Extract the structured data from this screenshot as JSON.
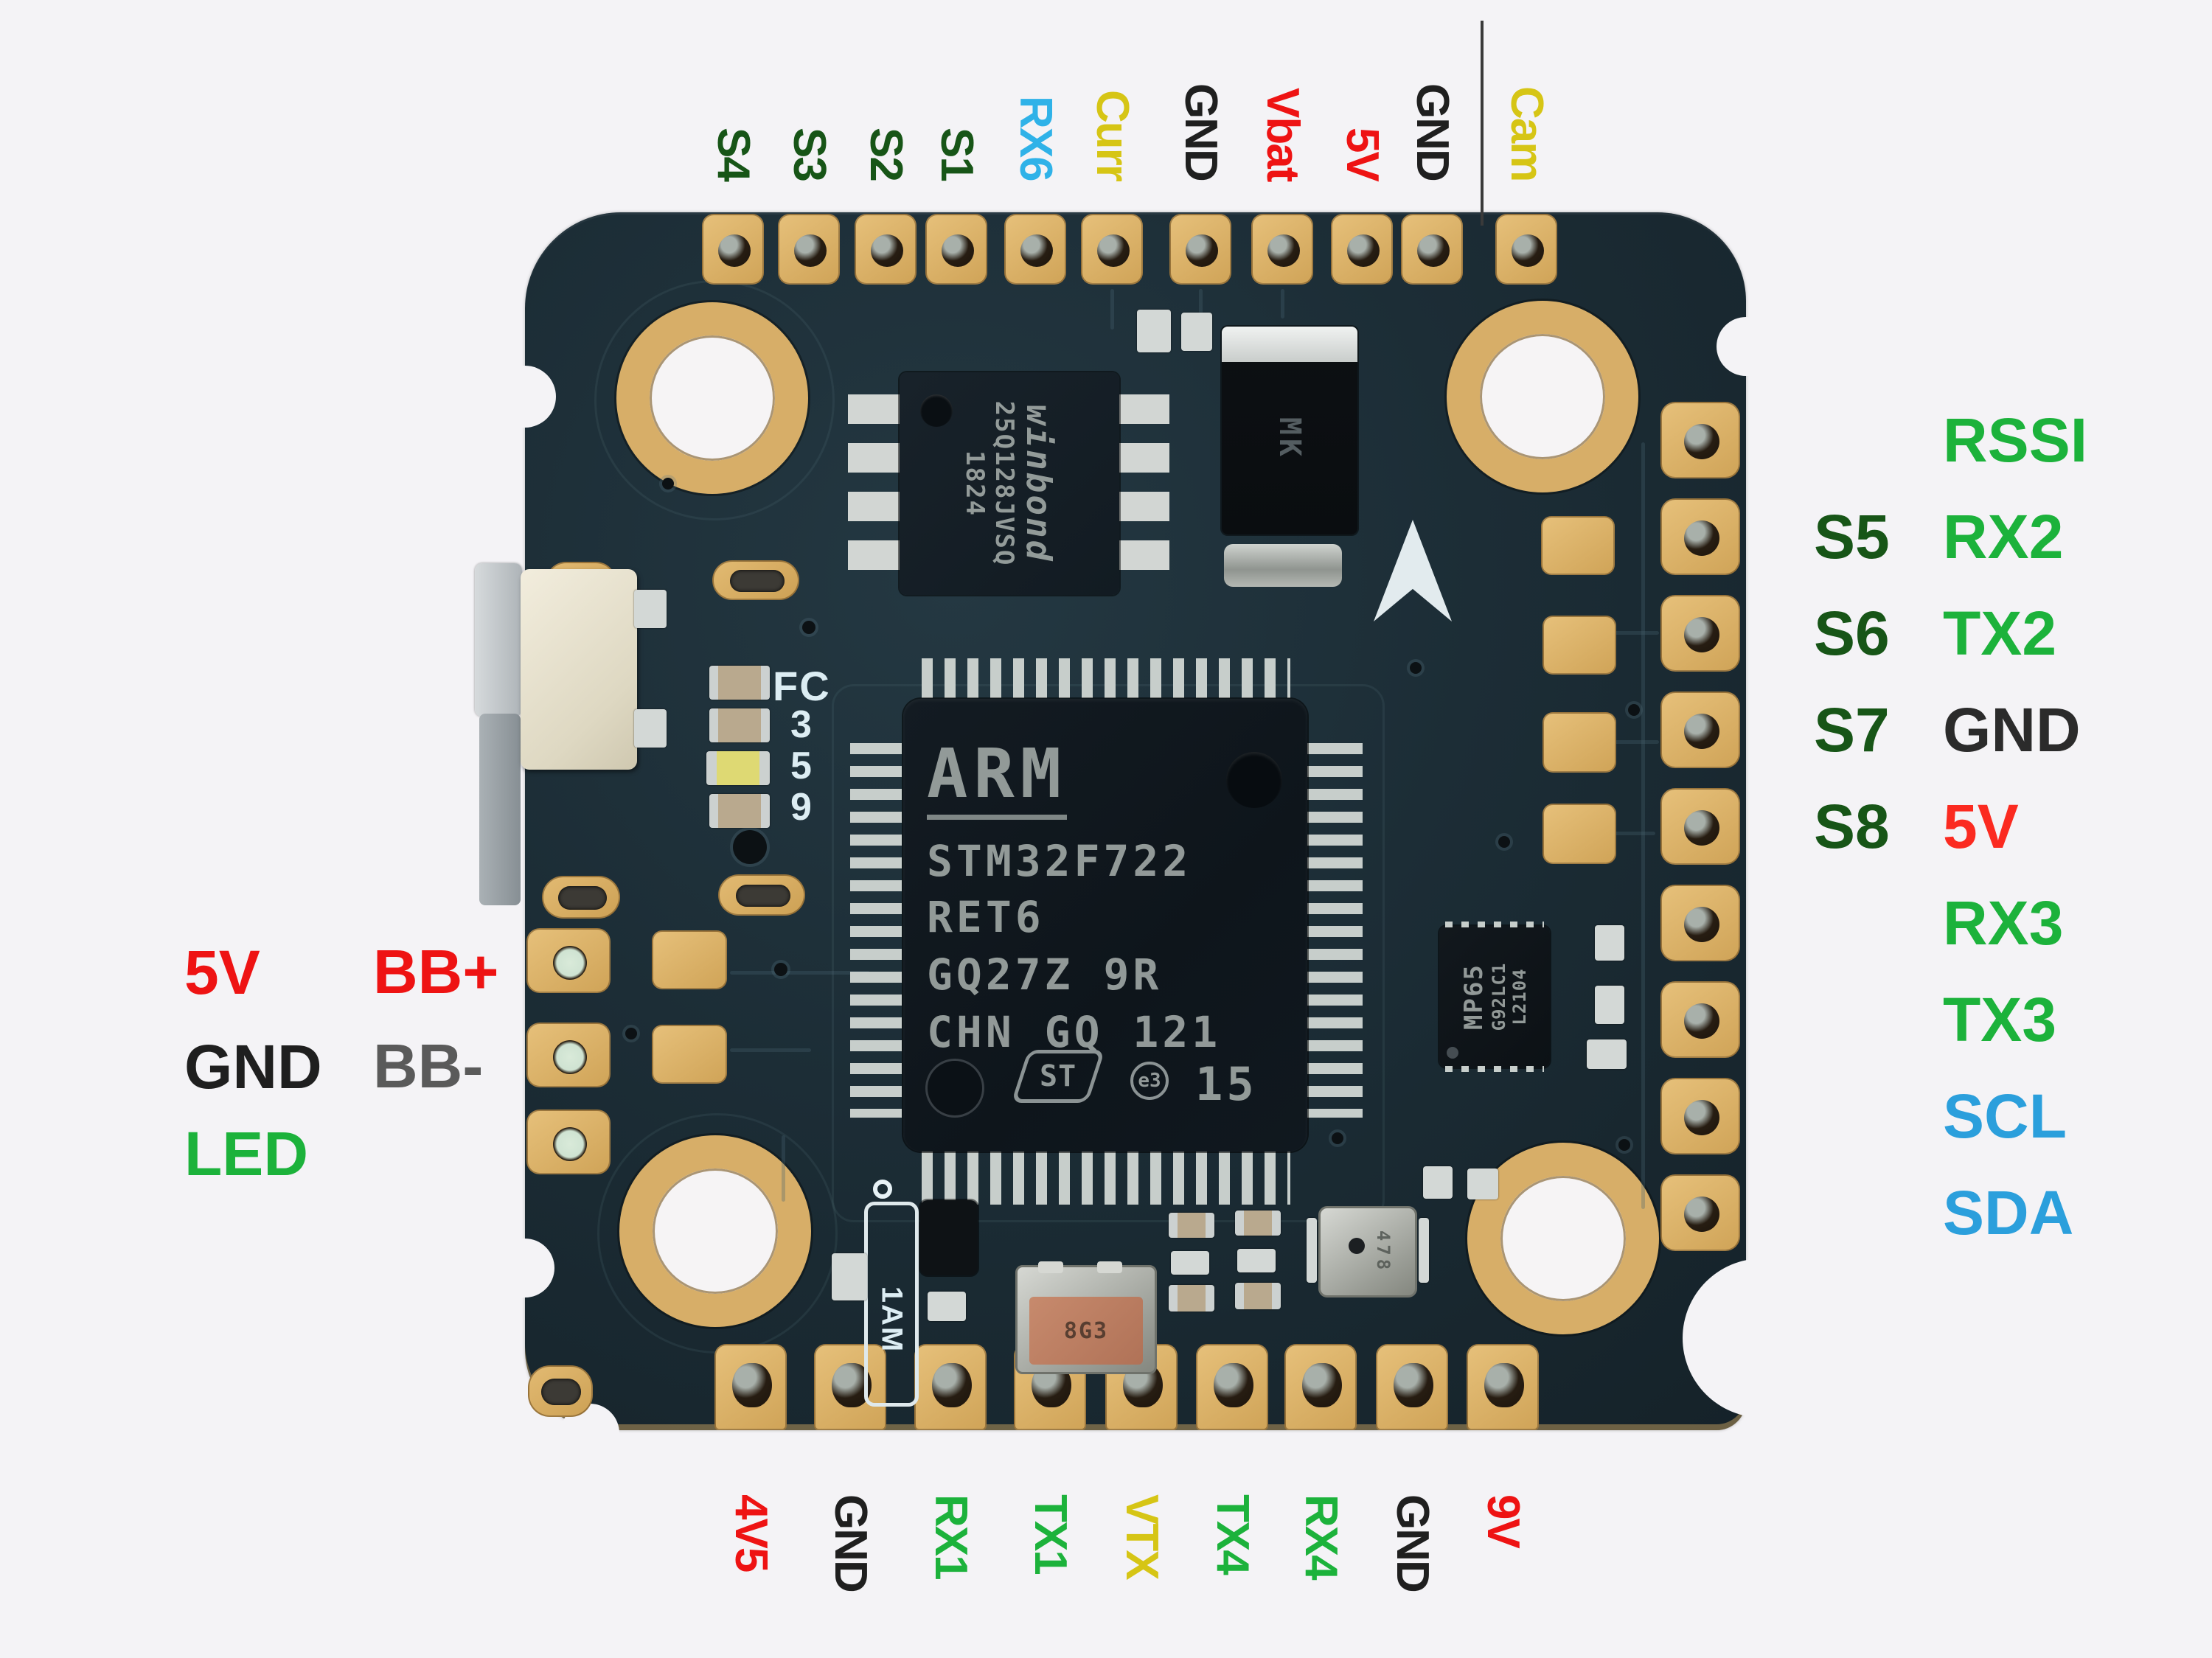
{
  "page": {
    "background": "#f4f3f6"
  },
  "palette": {
    "signal_green": "#1cb23b",
    "motor_dark_green": "#175517",
    "uart_blue": "#2fb2e8",
    "i2c_blue": "#2b9fdc",
    "analog_yellow": "#d6c515",
    "power_red": "#ee1313",
    "ground_black": "#1f1f1f",
    "bb_gray": "#5a5a5a",
    "board": "#1c2d36",
    "pad_gold": "#d8ae67"
  },
  "pins": {
    "top": [
      {
        "label": "S4",
        "color": "#175517"
      },
      {
        "label": "S3",
        "color": "#175517"
      },
      {
        "label": "S2",
        "color": "#175517"
      },
      {
        "label": "S1",
        "color": "#175517"
      },
      {
        "label": "RX6",
        "color": "#2fb2e8"
      },
      {
        "label": "Curr",
        "color": "#d6c515"
      },
      {
        "label": "GND",
        "color": "#1f1f1f"
      },
      {
        "label": "Vbat",
        "color": "#ee1313"
      },
      {
        "label": "5V",
        "color": "#ee1313"
      },
      {
        "label": "GND",
        "color": "#1f1f1f"
      },
      {
        "label": "Cam",
        "color": "#d6c515"
      }
    ],
    "top_divider_before": "Cam",
    "right_outer": [
      {
        "label": "RSSI",
        "color": "#1cb23b"
      },
      {
        "label": "RX2",
        "color": "#1cb23b"
      },
      {
        "label": "TX2",
        "color": "#1cb23b"
      },
      {
        "label": "GND",
        "color": "#2b2b2b"
      },
      {
        "label": "5V",
        "color": "#fb2a20"
      },
      {
        "label": "RX3",
        "color": "#1cb23b"
      },
      {
        "label": "TX3",
        "color": "#1cb23b"
      },
      {
        "label": "SCL",
        "color": "#2b9fdc"
      },
      {
        "label": "SDA",
        "color": "#2b9fdc"
      }
    ],
    "right_inner": [
      {
        "label": "S5",
        "color": "#175517"
      },
      {
        "label": "S6",
        "color": "#175517"
      },
      {
        "label": "S7",
        "color": "#175517"
      },
      {
        "label": "S8",
        "color": "#175517"
      }
    ],
    "left_outer": [
      {
        "label": "5V",
        "color": "#ee1313"
      },
      {
        "label": "GND",
        "color": "#1f1f1f"
      },
      {
        "label": "LED",
        "color": "#1cb23b"
      }
    ],
    "left_inner": [
      {
        "label": "BB+",
        "color": "#ee1313"
      },
      {
        "label": "BB-",
        "color": "#5a5a5a"
      }
    ],
    "bottom": [
      {
        "label": "4V5",
        "color": "#ee1313"
      },
      {
        "label": "GND",
        "color": "#1f1f1f"
      },
      {
        "label": "RX1",
        "color": "#1cb23b"
      },
      {
        "label": "TX1",
        "color": "#1cb23b"
      },
      {
        "label": "VTX",
        "color": "#d6c515"
      },
      {
        "label": "TX4",
        "color": "#1cb23b"
      },
      {
        "label": "RX4",
        "color": "#1cb23b"
      },
      {
        "label": "GND",
        "color": "#1f1f1f"
      },
      {
        "label": "9V",
        "color": "#ee1313"
      }
    ]
  },
  "board": {
    "mcu": {
      "brand": "ARM",
      "lines": [
        "STM32F722",
        "RET6",
        "GQ27Z 9R",
        "CHN GQ 121"
      ],
      "logo": "ST",
      "cert_mark": "e3",
      "batch": "15"
    },
    "flash_chip": {
      "brand": "winbond",
      "part": "25Q128JVSQ",
      "date": "1824"
    },
    "gyro": {
      "lines": [
        "MP65",
        "G92LC1",
        "L2104"
      ]
    },
    "diode_marking": "MK",
    "crystal_marking": "8G3",
    "baro_marking": "478",
    "silkscreen": {
      "fc": "FC",
      "digits": [
        "3",
        "5",
        "9"
      ],
      "transistor_box": "1AM"
    }
  }
}
